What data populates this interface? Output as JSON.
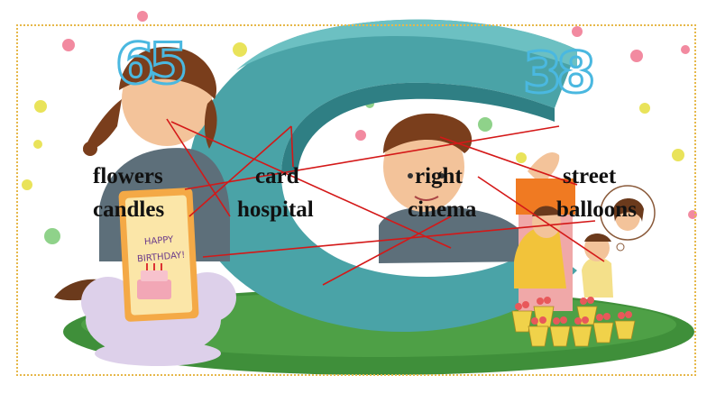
{
  "colors": {
    "letter_c": "#4aa3a7",
    "grass": "#3f8f3a",
    "cloud": "#ddd0ea",
    "line": "#d41818",
    "number_stroke": "#4ab8e0"
  },
  "numbers": {
    "left": "65",
    "right": "38"
  },
  "words": {
    "flowers": "flowers",
    "card": "card",
    "right": "right",
    "street": "street",
    "candles": "candles",
    "hospital": "hospital",
    "cinema": "cinema",
    "balloons": "balloons"
  },
  "birthday_card": {
    "line1": "HAPPY",
    "line2": "BIRTHDAY!"
  },
  "icons": [
    "letter-c-illustration",
    "girl-with-pigtails",
    "boy-peeking",
    "birthday-card",
    "flower-seller-couple",
    "flower-pots",
    "dots-confetti",
    "thought-bubble-face"
  ]
}
